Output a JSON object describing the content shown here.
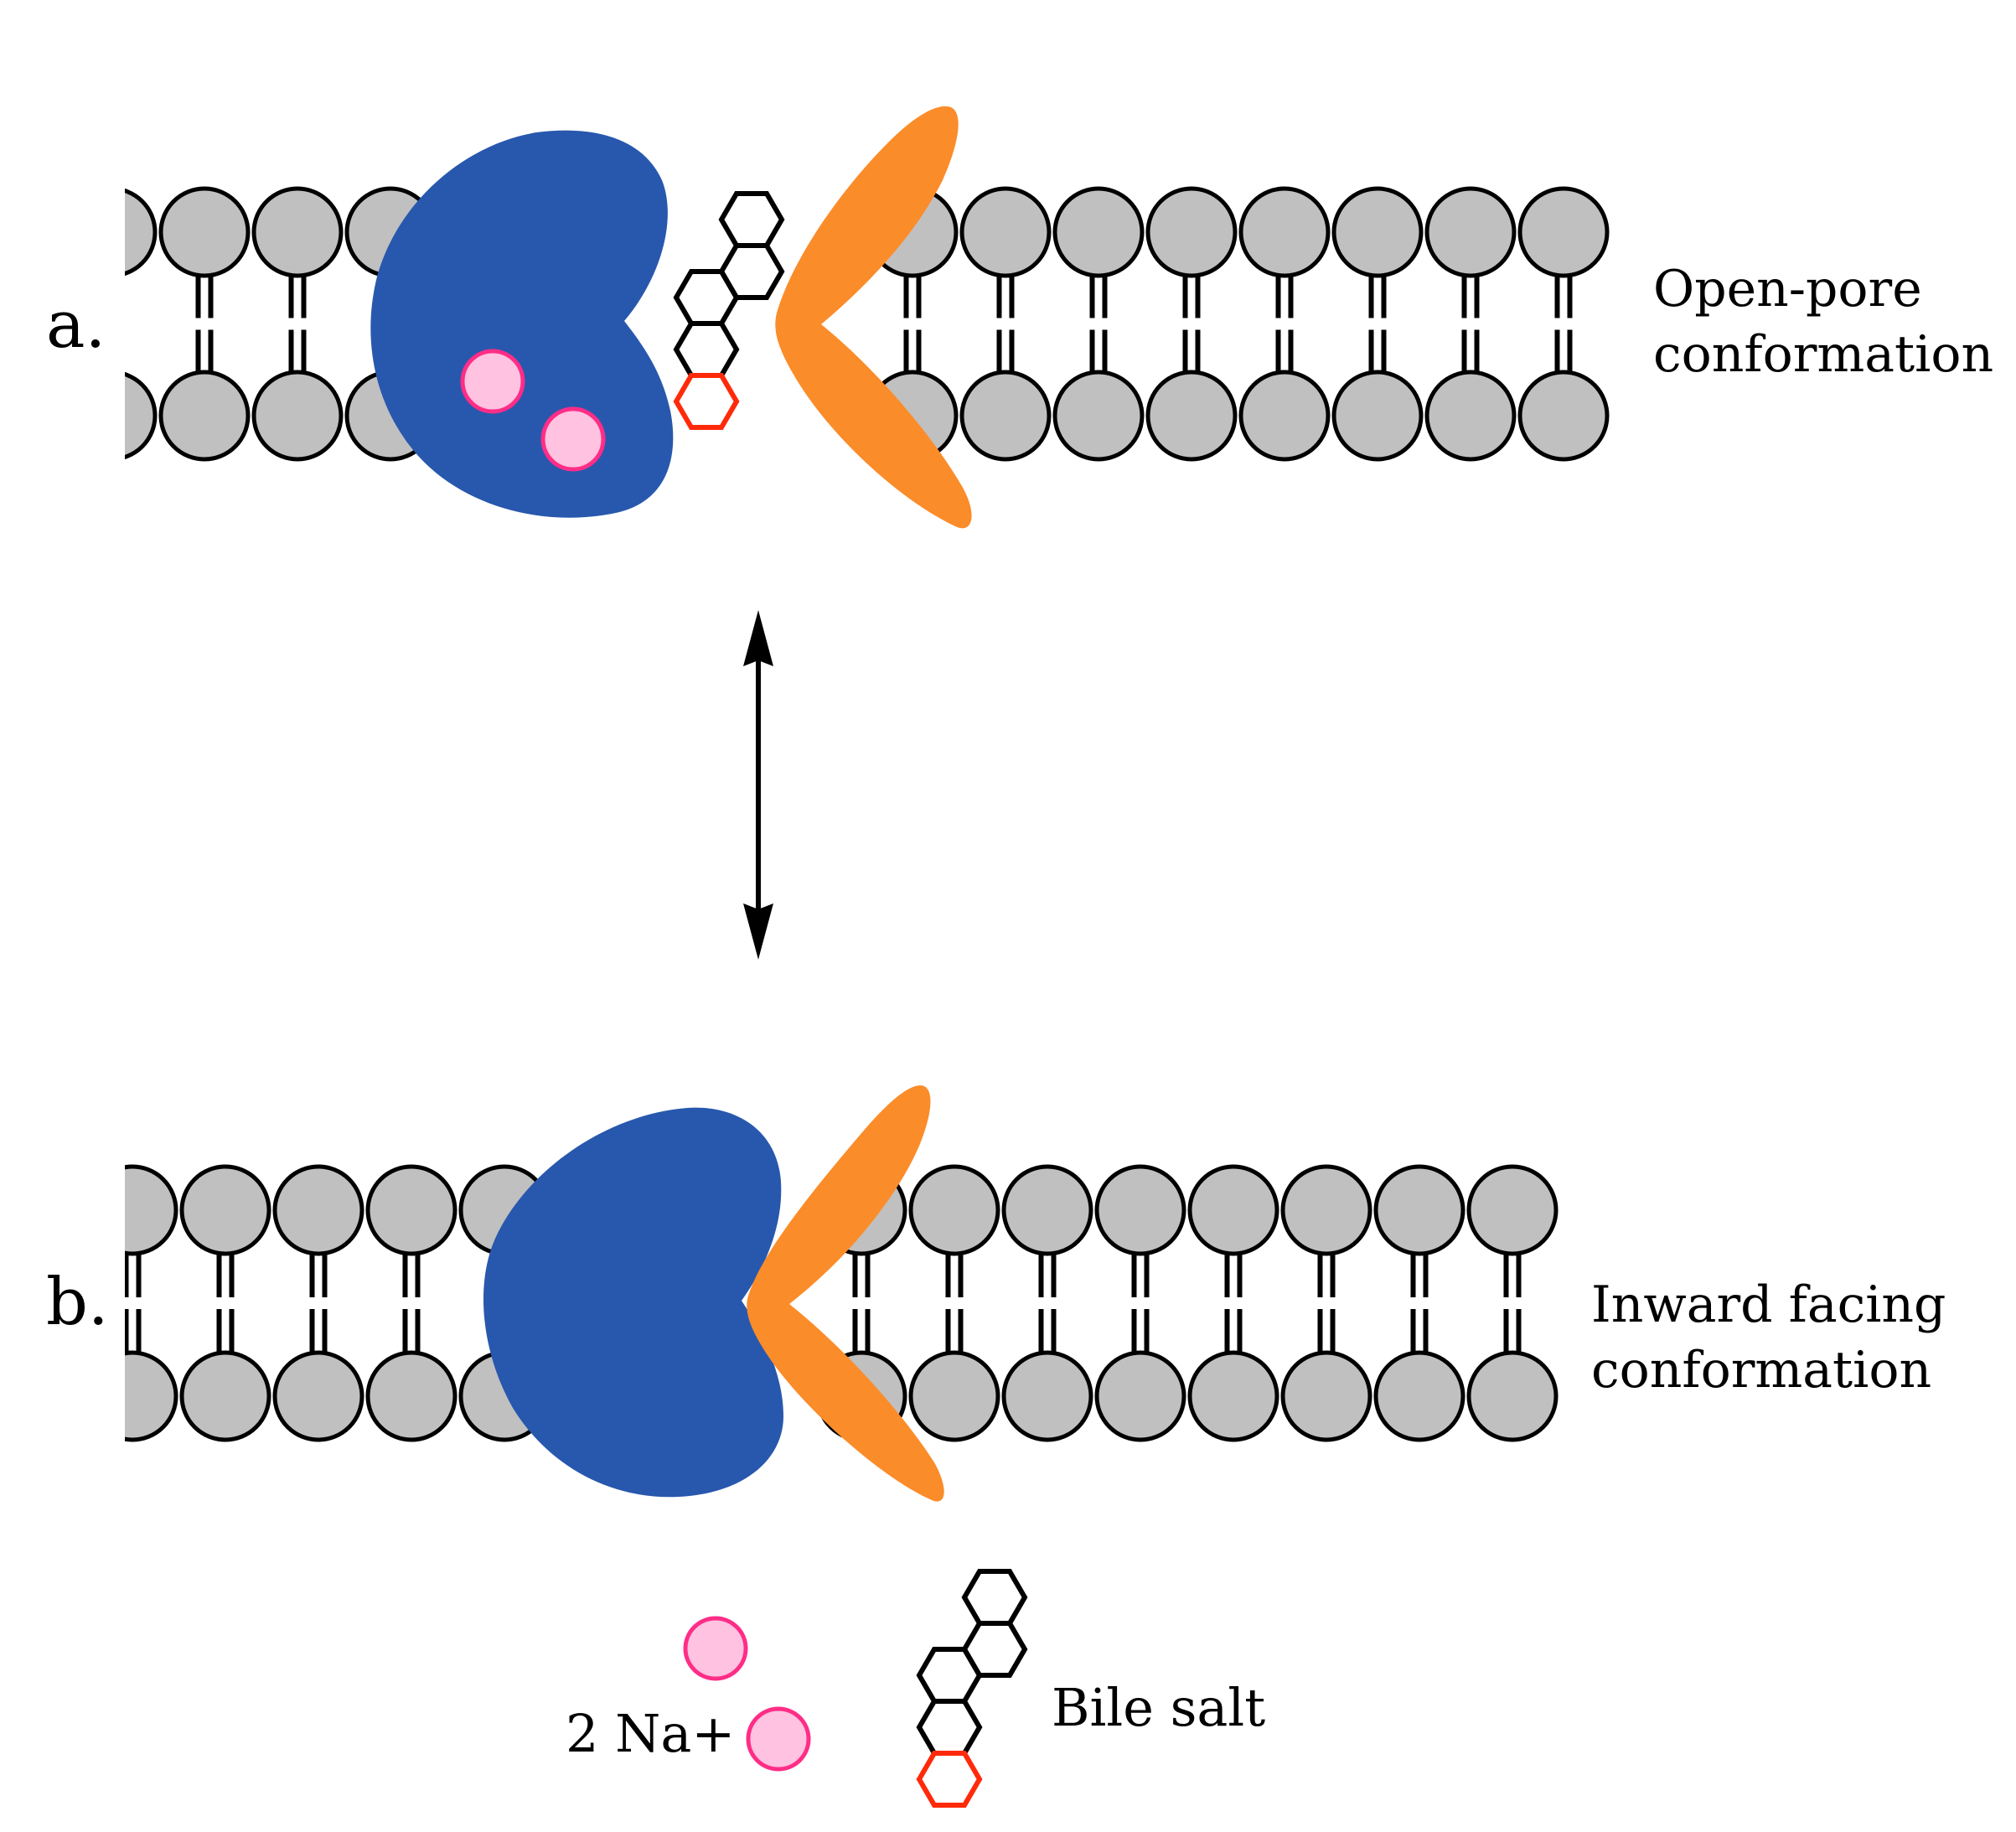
{
  "figure": {
    "panels": [
      {
        "id": "a",
        "label": "a.",
        "conformation_lines": [
          "Open-pore",
          "conformation"
        ],
        "bile_salt_bound": true,
        "sodium_bound": 2
      },
      {
        "id": "b",
        "label": "b.",
        "conformation_lines": [
          "Inward facing",
          "conformation"
        ],
        "bile_salt_bound": false,
        "sodium_bound": 0
      }
    ],
    "transition": "bidirectional",
    "legend": {
      "sodium_label": "2 Na+",
      "bile_salt_label": "Bile salt"
    },
    "colors": {
      "lipid_head": "#c0c0c0",
      "outline": "#000000",
      "core_domain": "#2858ad",
      "panel_domain": "#fb8c2a",
      "sodium_fill": "#ffc2e0",
      "sodium_stroke": "#ff2d87",
      "bile_ring": "#000000",
      "bile_acid_ring": "#ff2a0a"
    }
  }
}
